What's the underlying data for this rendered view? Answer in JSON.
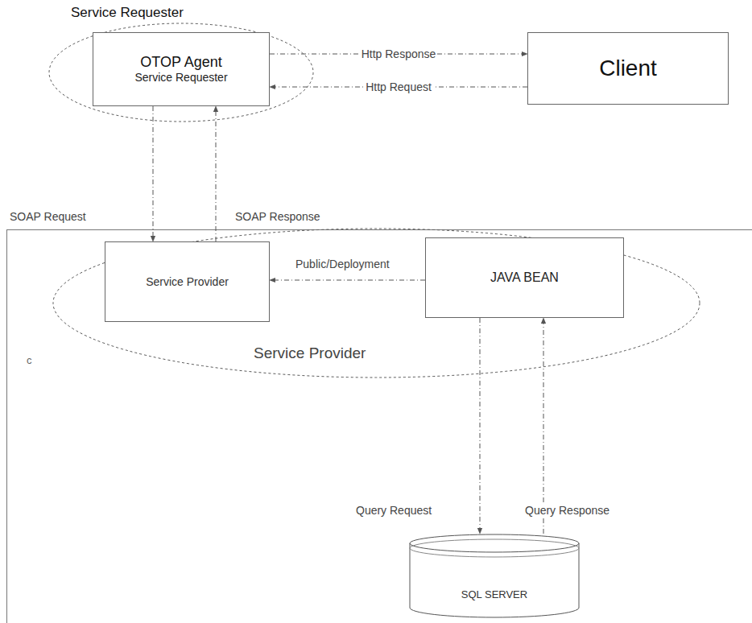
{
  "diagram": {
    "nodes": [
      {
        "text": [
          "Service Requester"
        ]
      },
      {
        "text": [
          "OTOP Agent",
          "Service Requester"
        ],
        "in": 0
      },
      {
        "text": [
          "Client"
        ]
      },
      {
        "text": [
          "Service Provider"
        ]
      },
      {
        "text": [
          "Service Provider"
        ],
        "in": 3
      },
      {
        "text": [
          "JAVA BEAN"
        ],
        "in": 3
      },
      {
        "text": [
          "SQL SERVER"
        ]
      }
    ],
    "edges": [
      {
        "from": 2,
        "to": 1,
        "label": "Http Request",
        "arrow": "to"
      },
      {
        "from": 1,
        "to": 2,
        "label": "Http Response",
        "arrow": "to"
      },
      {
        "from": 1,
        "to": 4,
        "label": "SOAP Request",
        "arrow": "to"
      },
      {
        "from": 4,
        "to": 1,
        "label": "SOAP Response",
        "arrow": "to"
      },
      {
        "from": 5,
        "to": 4,
        "label": "Public/Deployment",
        "arrow": "to"
      },
      {
        "from": 5,
        "to": 6,
        "label": "Query Request",
        "arrow": "to"
      },
      {
        "from": 6,
        "to": 5,
        "label": "Query Response",
        "arrow": "to"
      }
    ],
    "labels": [
      "c"
    ]
  }
}
